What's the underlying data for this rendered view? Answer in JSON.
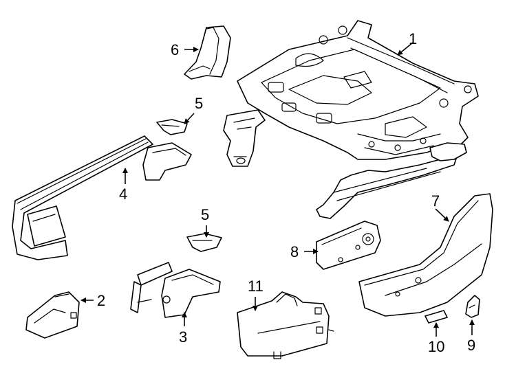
{
  "callouts": [
    {
      "id": "1",
      "text": "1"
    },
    {
      "id": "2",
      "text": "2"
    },
    {
      "id": "3",
      "text": "3"
    },
    {
      "id": "4",
      "text": "4"
    },
    {
      "id": "5a",
      "text": "5"
    },
    {
      "id": "5b",
      "text": "5"
    },
    {
      "id": "6",
      "text": "6"
    },
    {
      "id": "7",
      "text": "7"
    },
    {
      "id": "8",
      "text": "8"
    },
    {
      "id": "9",
      "text": "9"
    },
    {
      "id": "10",
      "text": "10"
    },
    {
      "id": "11",
      "text": "11"
    }
  ],
  "colors": {
    "line": "#000000",
    "background": "#ffffff"
  }
}
